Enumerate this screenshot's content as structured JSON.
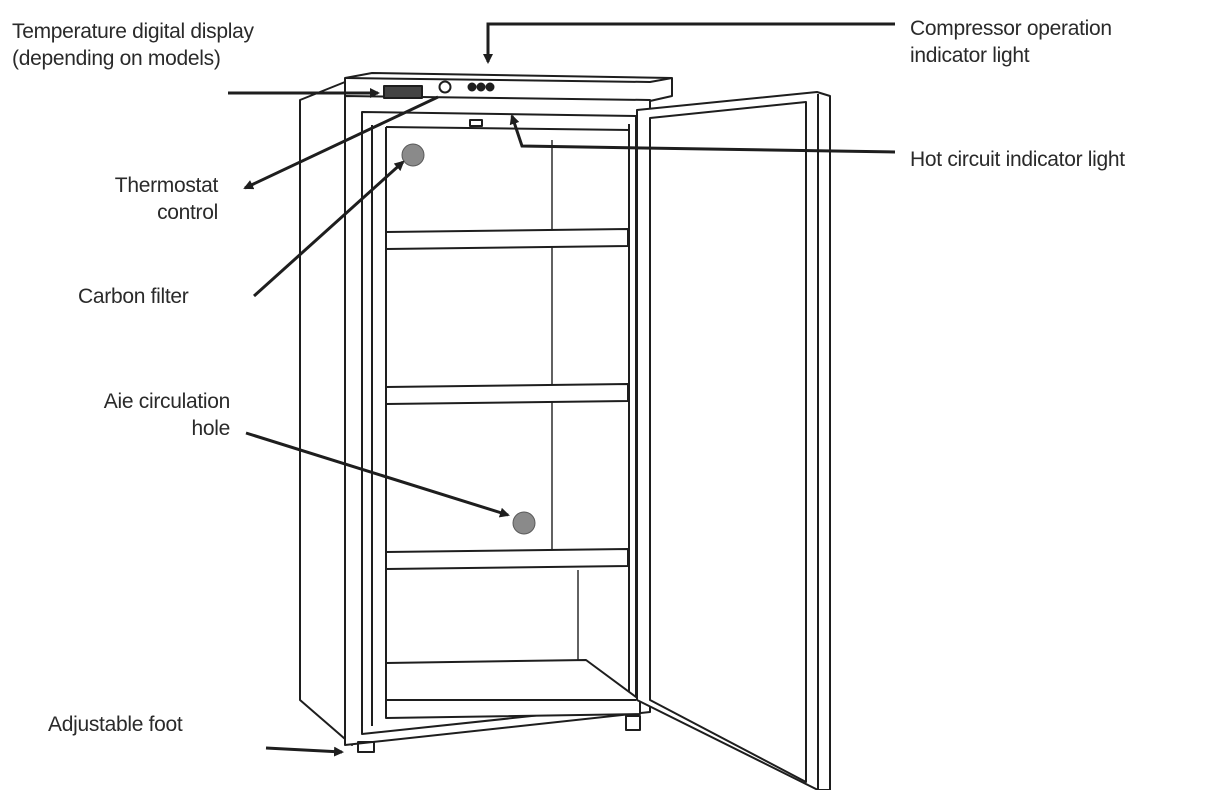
{
  "labels": {
    "temperature_display": [
      "Temperature digital display",
      "(depending on models)"
    ],
    "compressor_light": [
      "Compressor operation",
      "indicator light"
    ],
    "hot_circuit_light": [
      "Hot circuit indicator light"
    ],
    "thermostat_control": [
      "Thermostat",
      "control"
    ],
    "carbon_filter": [
      "Carbon filter"
    ],
    "air_circulation_hole": [
      "Aie circulation",
      "hole"
    ],
    "adjustable_foot": [
      "Adjustable foot"
    ]
  },
  "colors": {
    "line": "#1e1e1e",
    "text": "#2a2a2a",
    "marker_fill": "#8a8a8a"
  }
}
